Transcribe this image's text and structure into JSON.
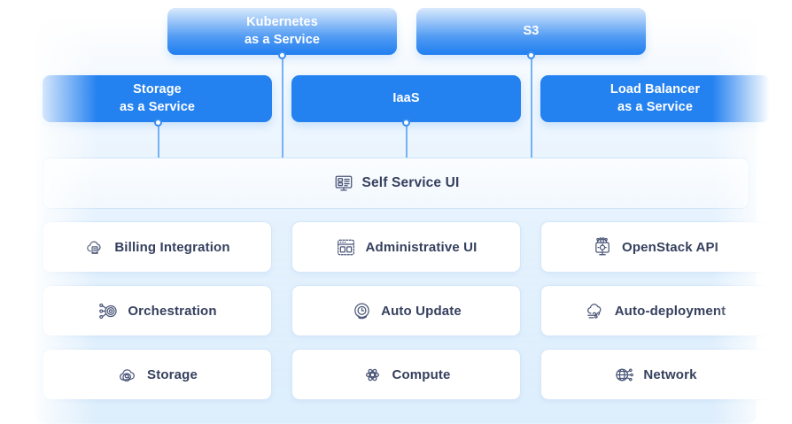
{
  "theme": {
    "accent_blue": "#2481f0",
    "connector_blue": "#74b2f4",
    "card_border": "#d4e6f9",
    "label_color": "#36405e",
    "panel_bg": "#e2f0fd"
  },
  "top_services": [
    {
      "id": "kubernetes",
      "line1": "Kubernetes",
      "line2": "as a Service"
    },
    {
      "id": "s3",
      "line1": "S3",
      "line2": ""
    }
  ],
  "service_layer": [
    {
      "id": "storage-as-a-service",
      "line1": "Storage",
      "line2": "as a Service"
    },
    {
      "id": "iaas",
      "line1": "IaaS",
      "line2": ""
    },
    {
      "id": "load-balancer-as-a-service",
      "line1": "Load Balancer",
      "line2": "as a Service"
    }
  ],
  "self_service": {
    "label": "Self  Service UI",
    "icon": "self-service-ui-monitor-icon"
  },
  "features": [
    {
      "id": "billing-integration",
      "label": "Billing Integration",
      "icon": "cloud-billing-icon"
    },
    {
      "id": "administrative-ui",
      "label": "Administrative UI",
      "icon": "dashed-window-layout-icon"
    },
    {
      "id": "openstack-api",
      "label": "OpenStack API",
      "icon": "monitor-gear-antenna-icon"
    },
    {
      "id": "orchestration",
      "label": "Orchestration",
      "icon": "network-nodes-target-icon"
    },
    {
      "id": "auto-update",
      "label": "Auto Update",
      "icon": "circular-refresh-clock-icon"
    },
    {
      "id": "auto-deployment",
      "label": "Auto-deployment",
      "icon": "cloud-wind-icon"
    },
    {
      "id": "storage",
      "label": "Storage",
      "icon": "cloud-at-sign-icon"
    },
    {
      "id": "compute",
      "label": "Compute",
      "icon": "atom-molecule-icon"
    },
    {
      "id": "network",
      "label": "Network",
      "icon": "globe-connections-icon"
    }
  ]
}
